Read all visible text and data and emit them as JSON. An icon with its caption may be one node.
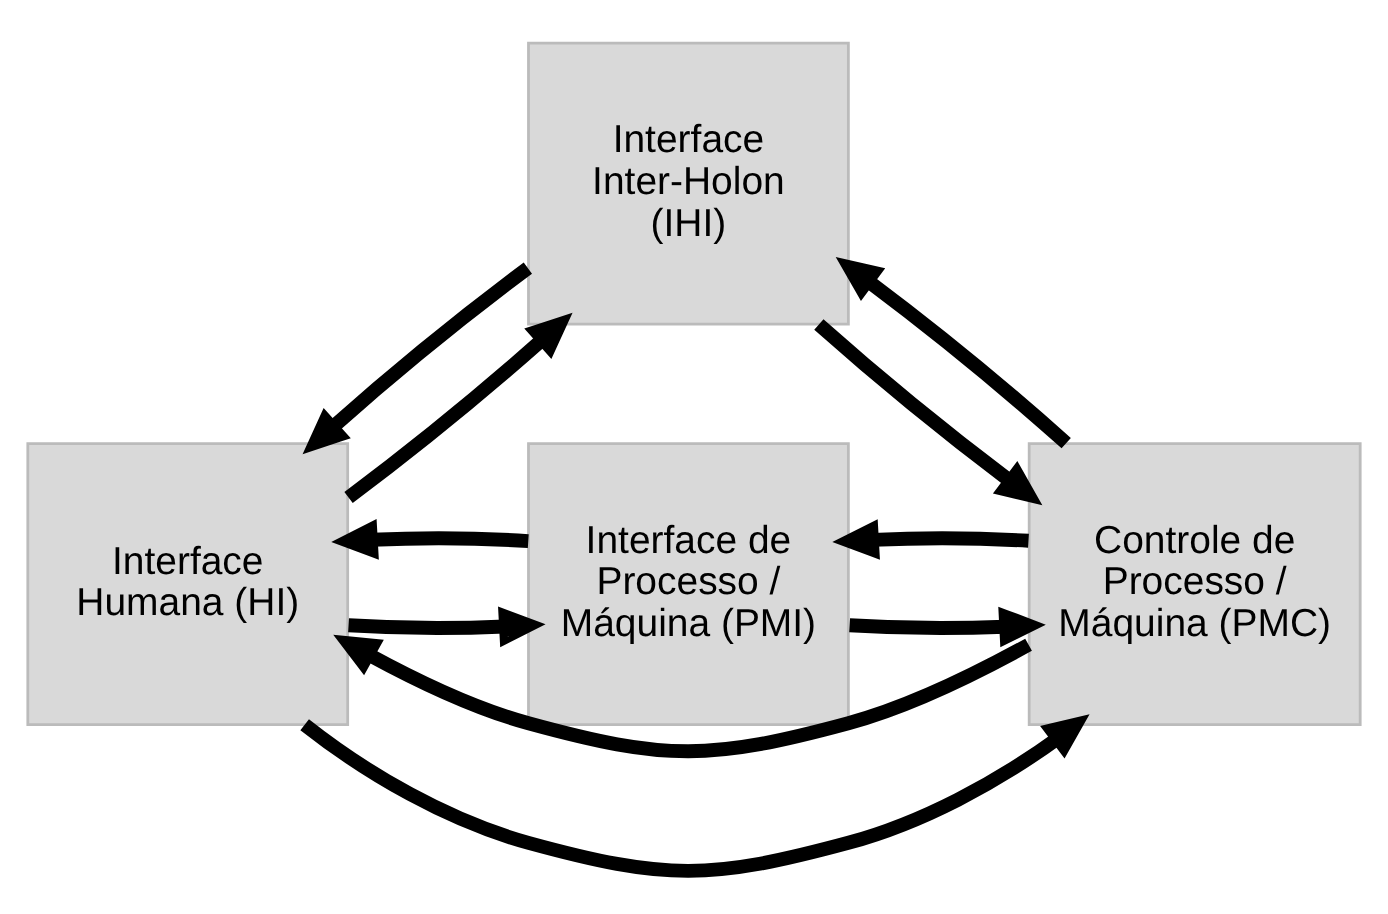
{
  "diagram": {
    "nodes": [
      {
        "text": [
          "Interface Humana (HI)"
        ]
      },
      {
        "text": [
          "Interface Inter-Holon (IHI)"
        ]
      },
      {
        "text": [
          "Controle de Processo / Máquina (PMC)"
        ]
      },
      {
        "text": [
          "Interface de Processo / Máquina (PMI)"
        ]
      }
    ],
    "edges": [
      {
        "from": 0,
        "to": 1,
        "arrow": "to"
      },
      {
        "from": 0,
        "to": 2,
        "arrow": "to"
      },
      {
        "from": 0,
        "to": 3,
        "arrow": "to"
      },
      {
        "from": 1,
        "to": 2,
        "arrow": "to"
      },
      {
        "from": 3,
        "to": 2,
        "arrow": "to"
      },
      {
        "from": 2,
        "to": 0,
        "arrow": "to"
      },
      {
        "from": 1,
        "to": 0,
        "arrow": "to"
      },
      {
        "from": 2,
        "to": 1,
        "arrow": "to"
      },
      {
        "from": 2,
        "to": 3,
        "arrow": "to"
      },
      {
        "from": 3,
        "to": 0,
        "arrow": "to"
      }
    ]
  }
}
